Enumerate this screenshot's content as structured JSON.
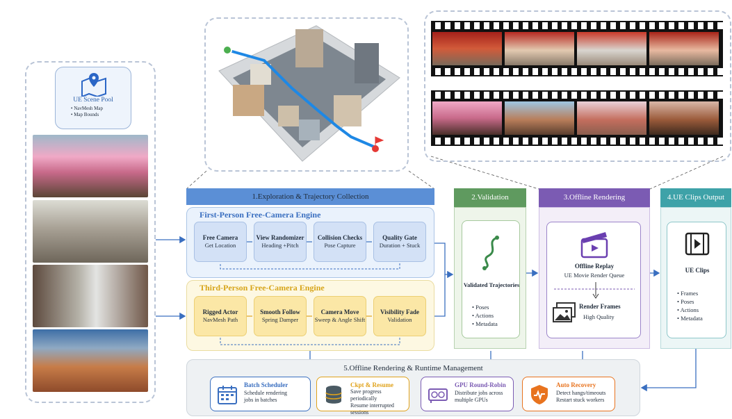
{
  "scene_pool": {
    "title": "UE Scene Pool",
    "items": [
      "NavMesh Map",
      "Map Bounds"
    ]
  },
  "stage1": {
    "header": "1.Exploration & Trajectory Collection",
    "first_person": {
      "title": "First-Person Free-Camera Engine",
      "boxes": [
        {
          "title": "Free Camera",
          "desc": "Get Location"
        },
        {
          "title": "View Randomizer",
          "desc": "Heading +Pitch"
        },
        {
          "title": "Collision Checks",
          "desc": "Pose Capture"
        },
        {
          "title": "Quality Gate",
          "desc": "Duration + Stuck"
        }
      ]
    },
    "third_person": {
      "title": "Third-Person Free-Camera Engine",
      "boxes": [
        {
          "title": "Rigged Actor",
          "desc": "NavMesh Path"
        },
        {
          "title": "Smooth Follow",
          "desc": "Spring Damper"
        },
        {
          "title": "Camera Move",
          "desc": "Sweep & Angle Shift"
        },
        {
          "title": "Visibility Fade",
          "desc": "Validation"
        }
      ]
    }
  },
  "stage2": {
    "header": "2.Validation",
    "title": "Validated Trajectories",
    "items": [
      "Poses",
      "Actions",
      "Metadata"
    ]
  },
  "stage3": {
    "header": "3.Offline Rendering",
    "replay_title": "Offline Replay",
    "replay_desc": "UE Movie Render Queue",
    "render_title": "Render Frames",
    "render_desc": "High Quality"
  },
  "stage4": {
    "header": "4.UE Clips Output",
    "title": "UE Clips",
    "items": [
      "Frames",
      "Poses",
      "Actions",
      "Metadata"
    ]
  },
  "stage5": {
    "header": "5.Offline Rendering & Runtime Management",
    "cards": [
      {
        "title": "Batch Scheduler",
        "desc": [
          "Schedule rendering",
          "jobs in batches"
        ],
        "color": "#3a6fc0",
        "icon": "calendar-icon"
      },
      {
        "title": "Ckpt & Resume",
        "desc": [
          "Save progress periodically",
          "Resume interrupted",
          "sessions"
        ],
        "color": "#e0a21a",
        "icon": "database-icon"
      },
      {
        "title": "GPU Round-Robin",
        "desc": [
          "Distribute jobs across",
          "multiple GPUs"
        ],
        "color": "#7b5bb3",
        "icon": "gpu-icon"
      },
      {
        "title": "Auto Recovery",
        "desc": [
          "Detect hangs/timeouts",
          "Restart stuck workers"
        ],
        "color": "#e8731e",
        "icon": "shield-icon"
      }
    ]
  }
}
